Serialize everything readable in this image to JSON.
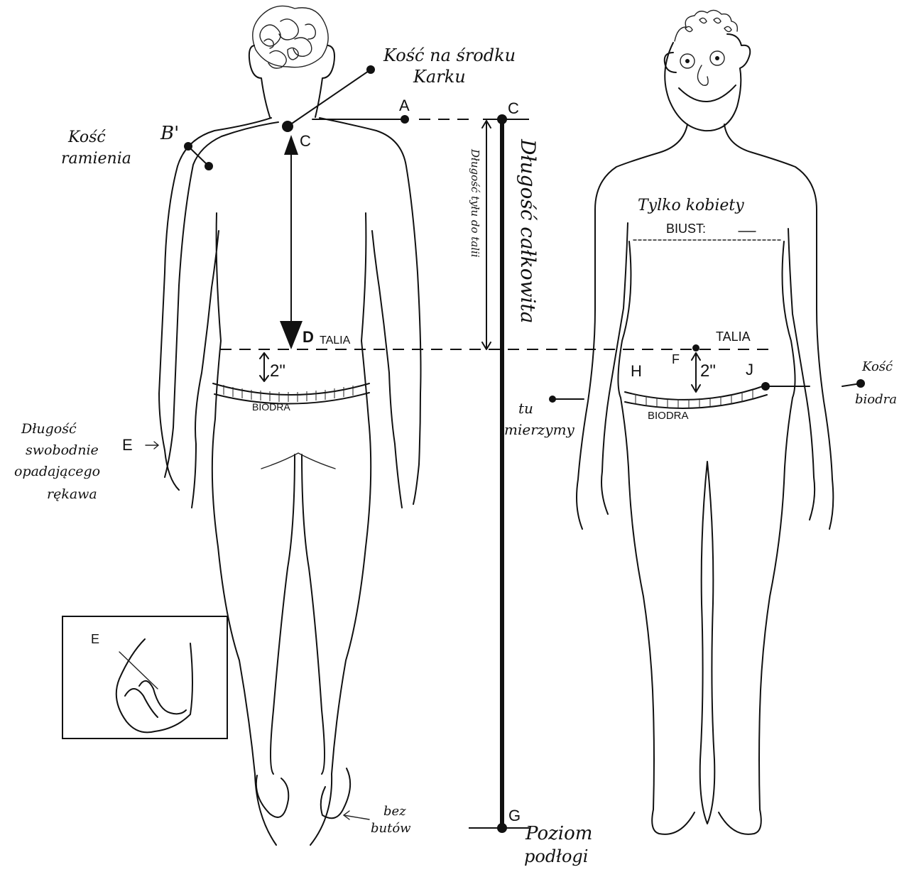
{
  "labels": {
    "neck_bone": "Kość na środku",
    "neck_bone_2": "Karku",
    "point_a": "A",
    "point_b": "B'",
    "point_c": "C",
    "point_c_top": "C",
    "point_d": "D",
    "point_e": "E",
    "point_e_inset": "E",
    "point_f": "F",
    "point_g": "G",
    "point_h": "H",
    "point_j": "J",
    "shoulder_bone": "Kość",
    "shoulder_bone_2": "ramienia",
    "talia_back": "TALIA",
    "talia_front": "TALIA",
    "biodra_back": "BIODRA",
    "biodra_front": "BIODRA",
    "two_inch_back": "2\"",
    "two_inch_front": "2\"",
    "total_length": "Długość całkowita",
    "back_length": "Długość tyłu do talii",
    "here_measure_1": "tu",
    "here_measure_2": "mierzymy",
    "sleeve_1": "Długość",
    "sleeve_2": "swobodnie",
    "sleeve_3": "opadającego",
    "sleeve_4": "rękawa",
    "women_only": "Tylko kobiety",
    "bust": "BIUST:",
    "hip_bone_1": "Kość",
    "hip_bone_2": "biodra",
    "no_shoes_1": "bez",
    "no_shoes_2": "butów",
    "floor_1": "Poziom",
    "floor_2": "podłogi"
  }
}
